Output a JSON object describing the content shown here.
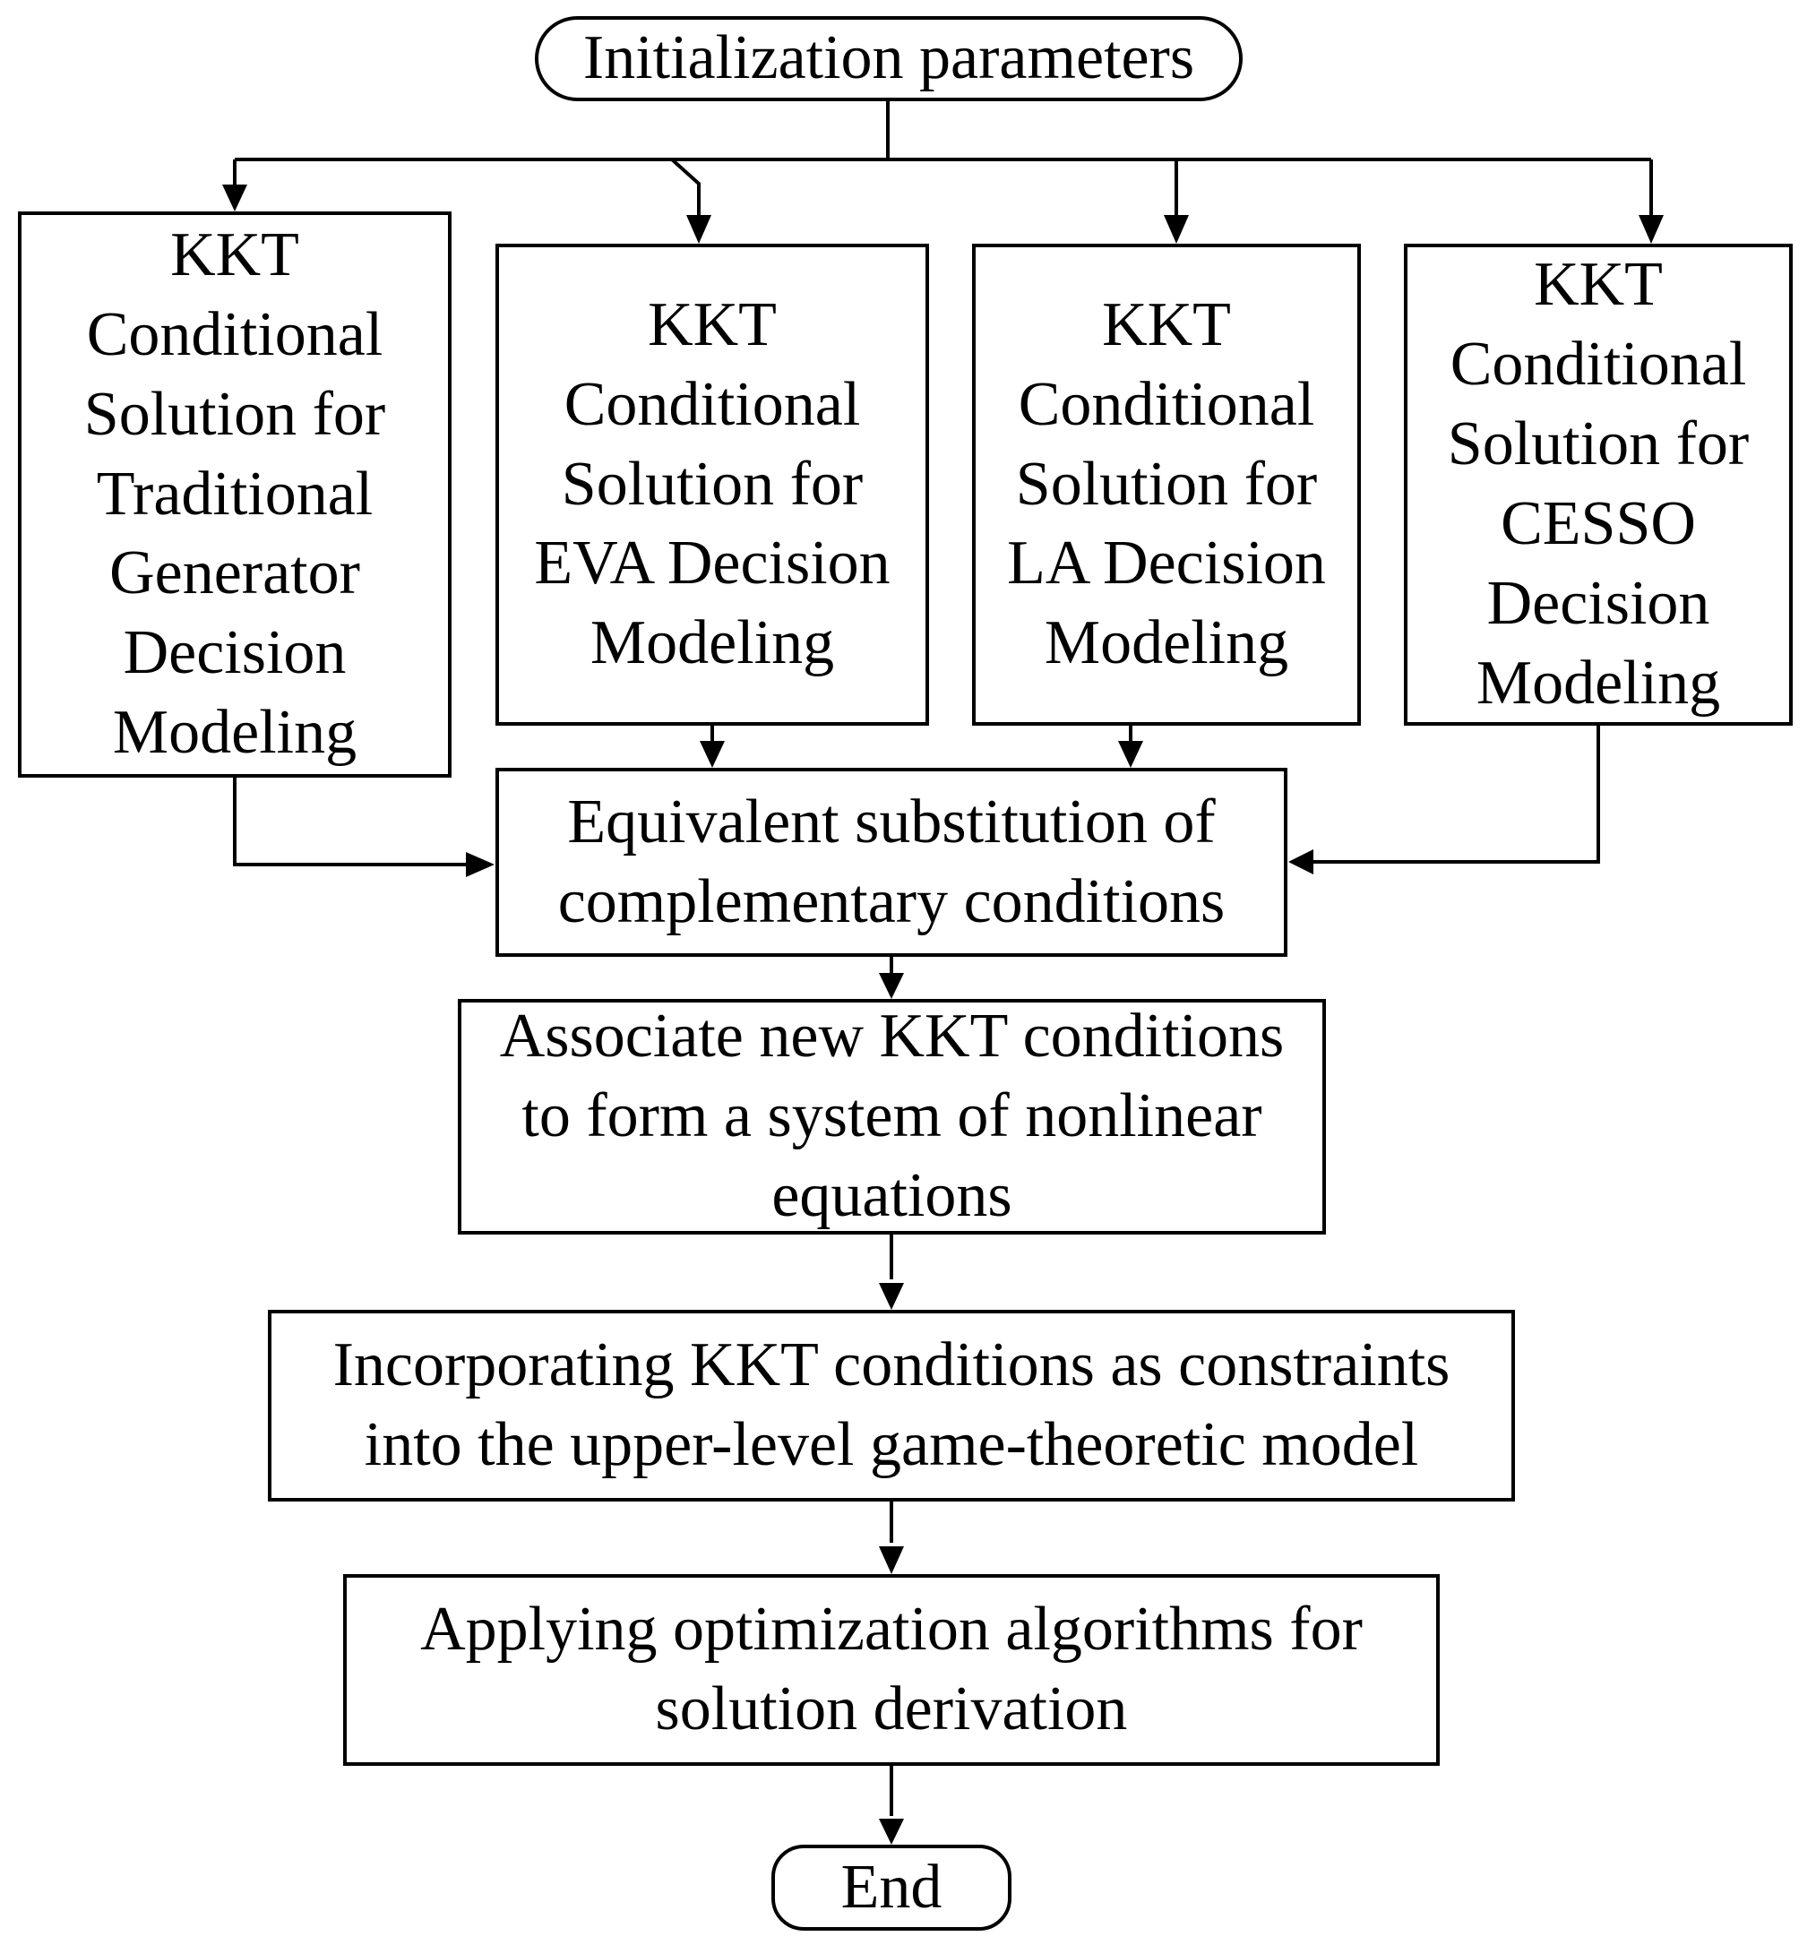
{
  "flowchart": {
    "start": "Initialization parameters",
    "branches": [
      "KKT Conditional Solution for Traditional Generator Decision Modeling",
      "KKT Conditional Solution for EVA Decision Modeling",
      "KKT Conditional Solution for LA Decision Modeling",
      "KKT Conditional Solution for CESSO Decision Modeling"
    ],
    "steps": [
      "Equivalent substitution of complementary conditions",
      "Associate new KKT conditions to form a system of nonlinear equations",
      "Incorporating KKT conditions as constraints into the upper-level game-theoretic model",
      "Applying optimization algorithms for solution derivation"
    ],
    "end": "End"
  }
}
